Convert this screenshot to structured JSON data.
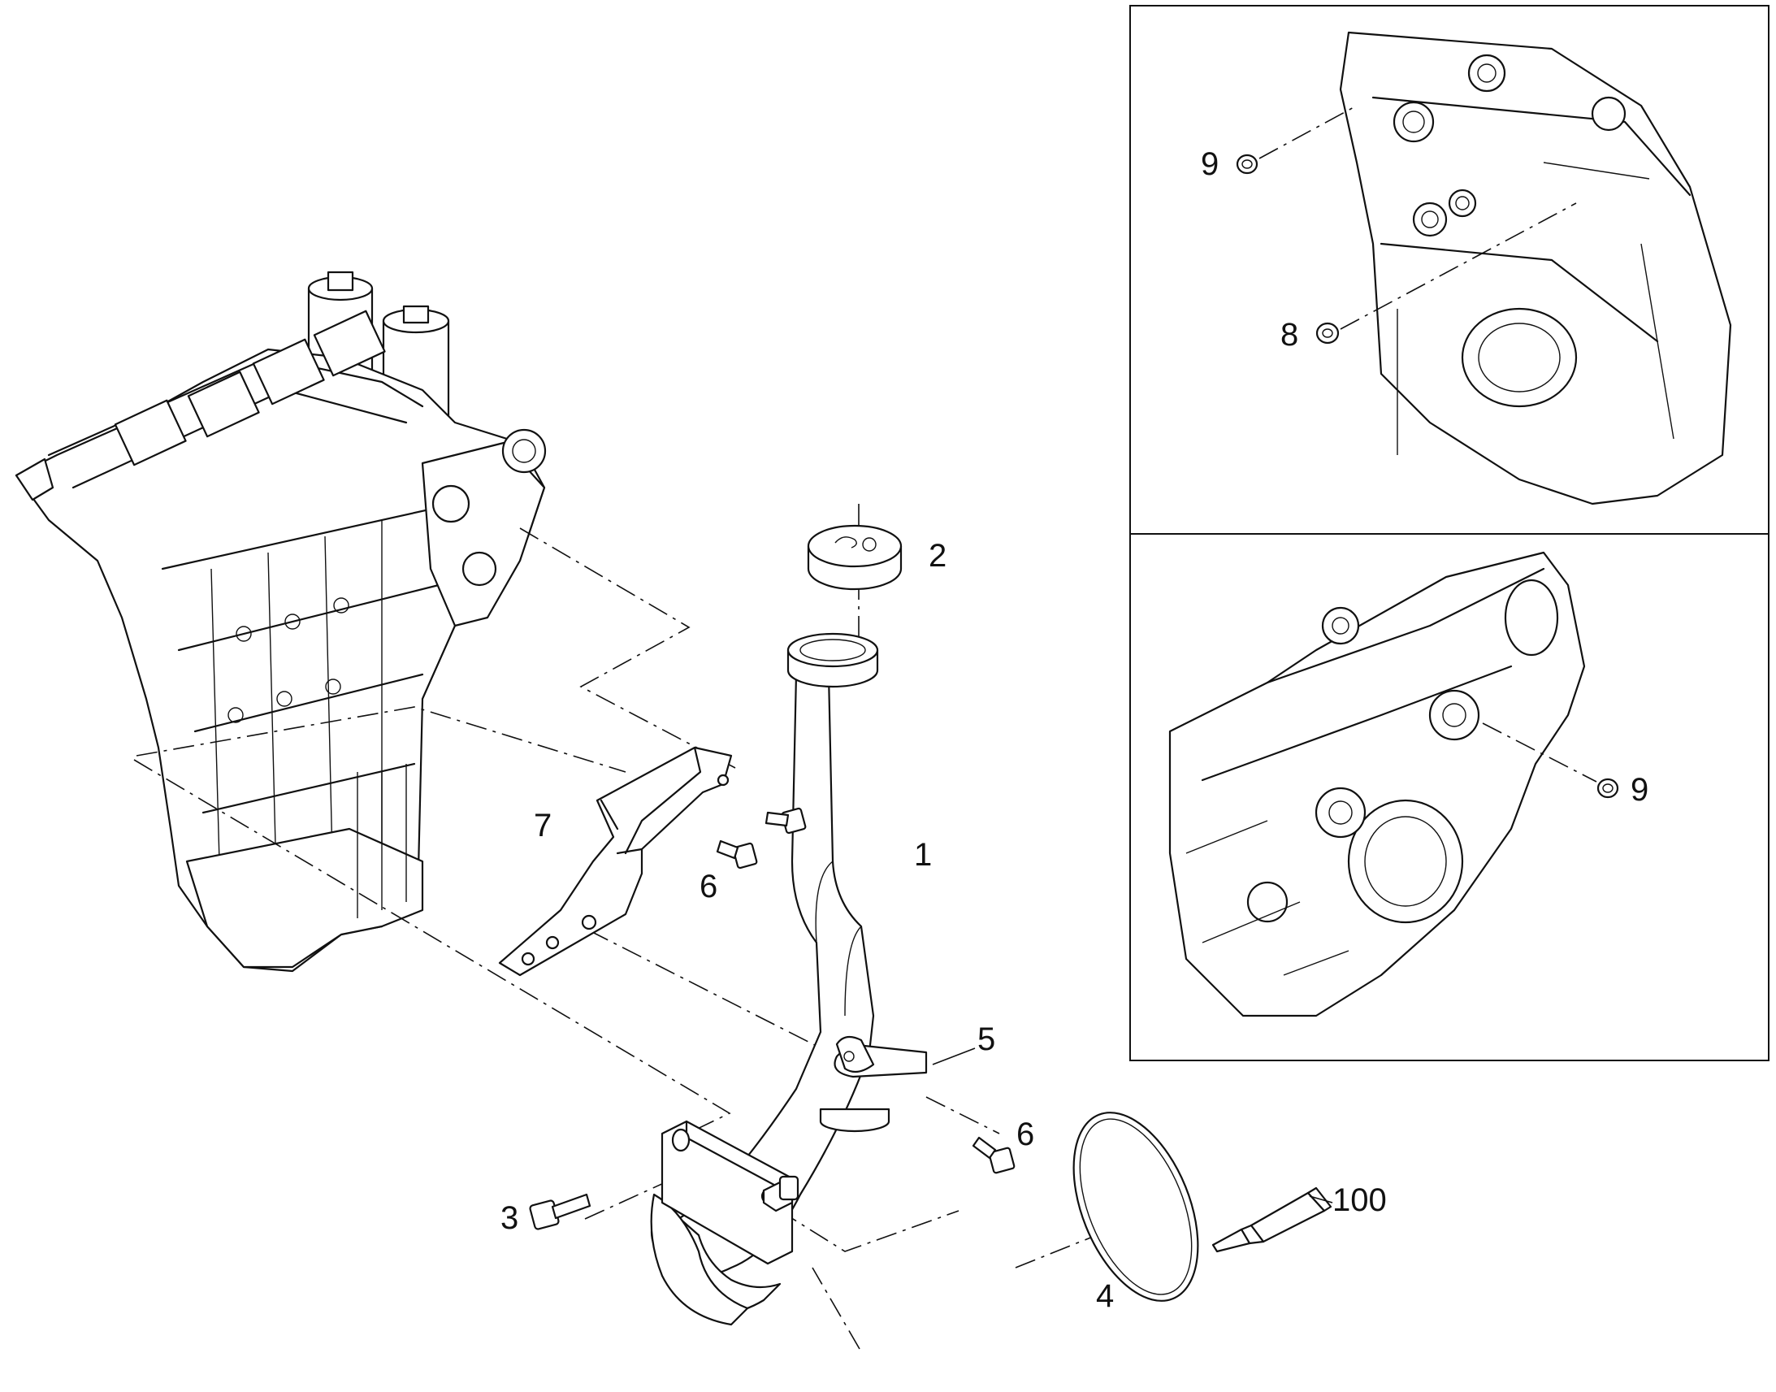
{
  "callouts": {
    "pipe": "1",
    "cap": "2",
    "bolt_flange": "3",
    "o_ring": "4",
    "clamp": "5",
    "bolt_bracket": "6",
    "bolt_clamp": "6",
    "bracket": "7",
    "plug_8": "8",
    "plug_9_top": "9",
    "plug_9_bottom": "9",
    "sealant": "100"
  }
}
